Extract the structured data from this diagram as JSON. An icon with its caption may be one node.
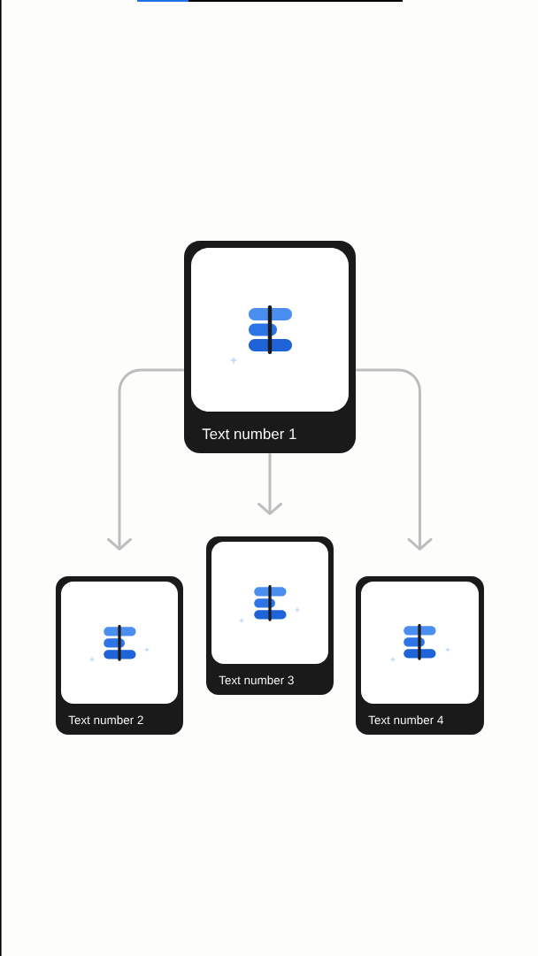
{
  "diagram": {
    "nodes": [
      {
        "text": [
          "Text number 1"
        ]
      },
      {
        "text": [
          "Text number 2"
        ]
      },
      {
        "text": [
          "Text number 3"
        ]
      },
      {
        "text": [
          "Text number 4"
        ]
      }
    ],
    "edges": [
      {
        "from": 0,
        "to": 1,
        "arrow": "to"
      },
      {
        "from": 0,
        "to": 2,
        "arrow": "to"
      },
      {
        "from": 0,
        "to": 3,
        "arrow": "to"
      }
    ]
  }
}
